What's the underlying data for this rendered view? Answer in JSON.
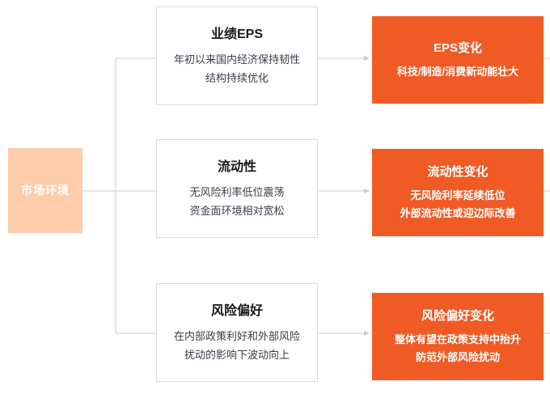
{
  "diagram": {
    "type": "flow-diagram",
    "source": {
      "label": "市场环境",
      "color": "#FDCCAA"
    },
    "accent_color": "#F05A24",
    "connector_color": "#c9c9c9",
    "rows": [
      {
        "factor": {
          "title": "业绩EPS",
          "lines": [
            "年初以来国内经济保持韧性",
            "结构持续优化"
          ]
        },
        "outcome": {
          "title": "EPS变化",
          "lines": [
            "科技/制造/消费新动能壮大"
          ]
        }
      },
      {
        "factor": {
          "title": "流动性",
          "lines": [
            "无风险利率低位震荡",
            "资金面环境相对宽松"
          ]
        },
        "outcome": {
          "title": "流动性变化",
          "lines": [
            "无风险利率延续低位",
            "外部流动性或迎边际改善"
          ]
        }
      },
      {
        "factor": {
          "title": "风险偏好",
          "lines": [
            "在内部政策利好和外部风险",
            "扰动的影响下波动向上"
          ]
        },
        "outcome": {
          "title": "风险偏好变化",
          "lines": [
            "整体有望在政策支持中抬升",
            "防范外部风险扰动"
          ]
        }
      }
    ]
  }
}
